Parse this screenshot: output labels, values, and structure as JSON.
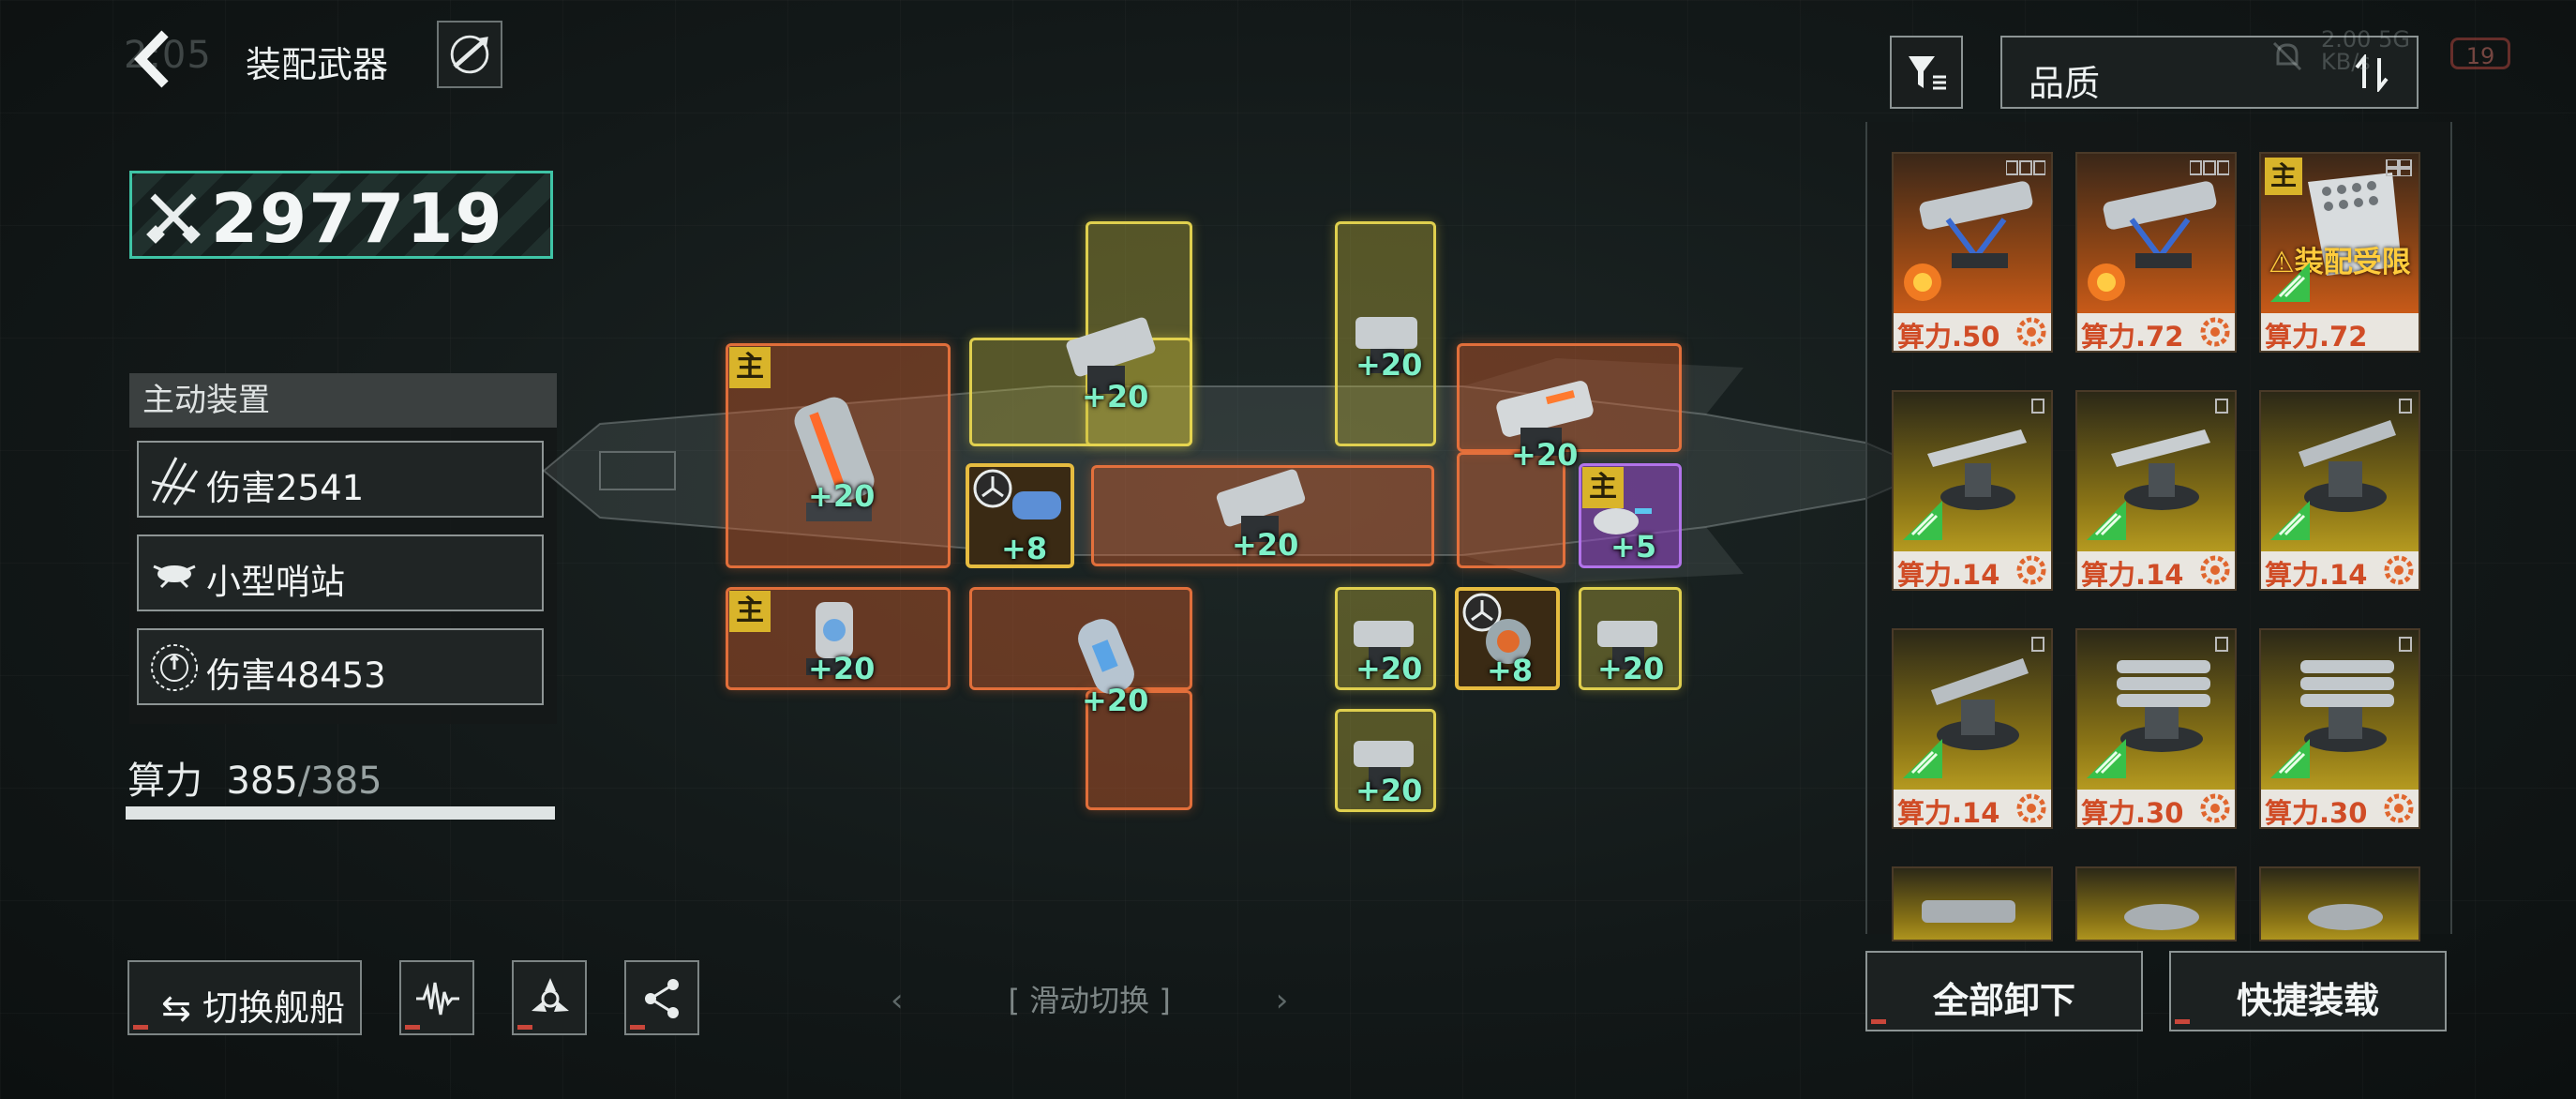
{
  "header": {
    "clock_ghost": "2:05",
    "title": "装配武器"
  },
  "power": {
    "value": "297719"
  },
  "active_devices": {
    "header": "主动装置",
    "items": [
      {
        "label": "伤害2541",
        "icon": "slash-damage-icon"
      },
      {
        "label": "小型哨站",
        "icon": "drone-outpost-icon"
      },
      {
        "label": "伤害48453",
        "icon": "radar-target-icon"
      }
    ]
  },
  "compute": {
    "label": "算力",
    "used": "385",
    "total": "/385",
    "fill_fraction": 1.0
  },
  "bottom_bar": {
    "switch_ship_label": "切换舰船",
    "swipe_label": "滑动切换",
    "swipe_left": "‹",
    "swipe_right": "›"
  },
  "slots": {
    "main_tag": "主",
    "b1": "+20",
    "b2": "+20",
    "b3": "+8",
    "b4": "+20",
    "b5": "+20",
    "b6": "+20",
    "b7": "+5",
    "b8": "+20",
    "b9": "+20",
    "b10": "+20",
    "b11": "+8",
    "b12": "+20",
    "b13": "+20"
  },
  "right_panel": {
    "filter_label": "品质",
    "status_ghost_line1": "2.00",
    "status_ghost_line2": "KB/s",
    "status_ghost_net": "5G",
    "battery_ghost": "19",
    "restricted_label": "装配受限",
    "main_tag": "主",
    "cards": [
      {
        "cp": "算力.50",
        "tier": "orange"
      },
      {
        "cp": "算力.72",
        "tier": "orange"
      },
      {
        "cp": "算力.72",
        "tier": "orange"
      },
      {
        "cp": "算力.14",
        "tier": "yellow"
      },
      {
        "cp": "算力.14",
        "tier": "yellow"
      },
      {
        "cp": "算力.14",
        "tier": "yellow"
      },
      {
        "cp": "算力.14",
        "tier": "yellow"
      },
      {
        "cp": "算力.30",
        "tier": "yellow"
      },
      {
        "cp": "算力.30",
        "tier": "yellow"
      }
    ],
    "unload_all_label": "全部卸下",
    "quick_equip_label": "快捷装载"
  },
  "colors": {
    "accent_teal": "#3fc4a6",
    "slot_orange": "#ee763e",
    "slot_yellow": "#e8d650",
    "slot_purple": "#b273ea",
    "bonus_green": "#7ef0c8",
    "cp_red": "#d04c26"
  }
}
